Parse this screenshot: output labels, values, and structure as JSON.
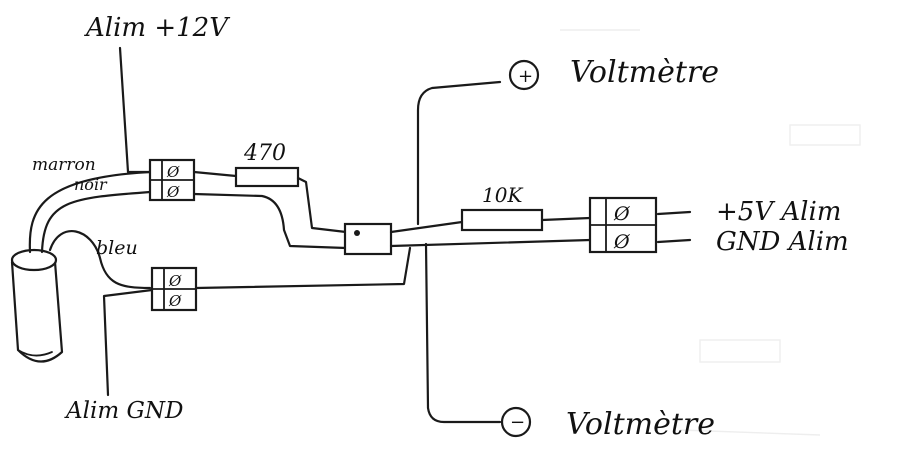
{
  "labels": {
    "alim_12v": "Alim +12V",
    "marron": "marron",
    "noir": "noir",
    "bleu": "bleu",
    "alim_gnd": "Alim GND",
    "r470": "470",
    "r10k": "10K",
    "volt_plus": "Voltmètre",
    "volt_minus": "Voltmètre",
    "plus_sign": "+",
    "minus_sign": "−",
    "out_5v": "+5V Alim",
    "out_gnd": "GND Alim",
    "term_glyph": "Ø"
  }
}
